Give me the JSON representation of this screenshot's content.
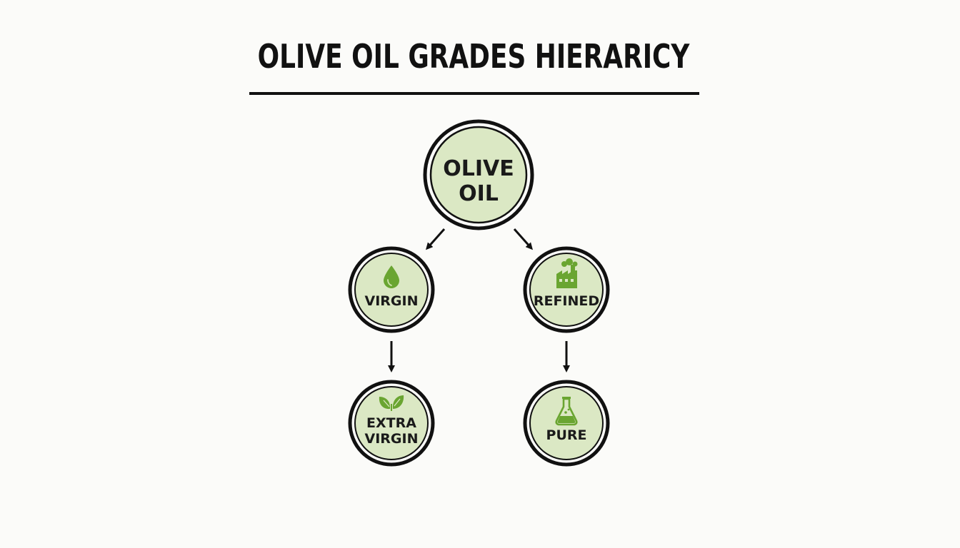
{
  "title": "OLIVE OIL GRADES HIERARICY",
  "colors": {
    "node_fill": "#dbe8c4",
    "node_stroke": "#111111",
    "icon_green": "#6aa531",
    "arrow": "#111111"
  },
  "nodes": {
    "root": {
      "line1": "OLIVE",
      "line2": "OIL"
    },
    "virgin": {
      "label": "VIRGIN",
      "icon": "oil-drop-icon"
    },
    "refined": {
      "label": "REFINED",
      "icon": "factory-icon"
    },
    "extra_virgin": {
      "line1": "EXTRA",
      "line2": "VIRGIN",
      "icon": "leaves-icon"
    },
    "pure": {
      "label": "PURE",
      "icon": "flask-icon"
    }
  }
}
